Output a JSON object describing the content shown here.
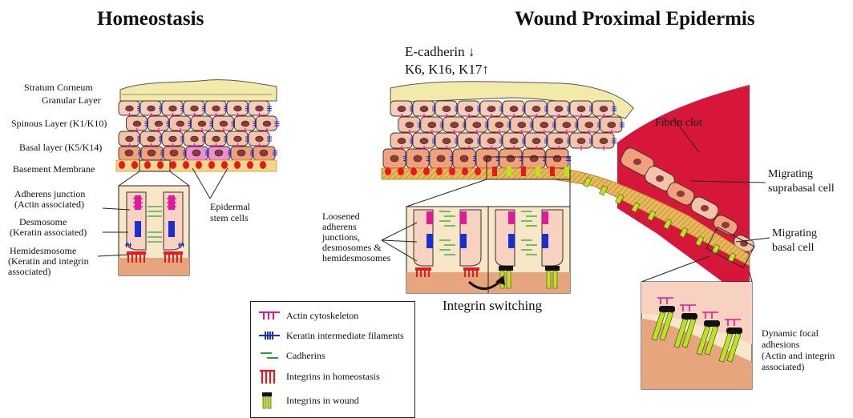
{
  "titles": {
    "left": "Homeostasis",
    "right": "Wound Proximal Epidermis"
  },
  "markers": {
    "line1": "E-cadherin ↓",
    "line2": "K6, K16, K17↑"
  },
  "layers": {
    "stratum_corneum": "Stratum Corneum",
    "granular": "Granular Layer",
    "spinous": "Spinous Layer (K1/K10)",
    "basal": "Basal layer (K5/K14)",
    "basement": "Basement Membrane"
  },
  "homeostasis_callouts": {
    "adherens": [
      "Adherens junction",
      "(Actin associated)"
    ],
    "desmosome": [
      "Desmosome",
      "(Keratin associated)"
    ],
    "hemidesmosome": [
      "Hemidesmosome",
      "(Keratin and integrin",
      "associated)"
    ],
    "stem_cells": [
      "Epidermal",
      "stem cells"
    ]
  },
  "wound_callouts": {
    "fibrin": "Fibrin clot",
    "suprabasal": [
      "Migrating",
      "suprabasal cell"
    ],
    "basal": [
      "Migrating",
      "basal cell"
    ],
    "loosened": [
      "Loosened",
      "adherens",
      "junctions,",
      "desmosomes &",
      "hemidesmosomes"
    ],
    "integrin_switching": "Integrin switching",
    "focal": [
      "Dynamic focal",
      "adhesions",
      "(Actin and integrin",
      "associated)"
    ]
  },
  "legend": [
    {
      "icon": "actin-icon",
      "label": "Actin cytoskeleton"
    },
    {
      "icon": "keratin-icon",
      "label": "Keratin intermediate filaments"
    },
    {
      "icon": "cadherin-icon",
      "label": "Cadherins"
    },
    {
      "icon": "integrin-homeostasis-icon",
      "label": "Integrins in homeostasis"
    },
    {
      "icon": "integrin-wound-icon",
      "label": "Integrins in wound"
    }
  ],
  "colors": {
    "actin": "#e0199a",
    "keratin": "#1a2fd0",
    "cadherin": "#2fa32f",
    "integrin_homeostasis": "#e8181e",
    "integrin_wound": "#b8e61a",
    "fibrin": "#d6173a",
    "cell": "#f5c3a8",
    "basal_cell": "#f0a07a",
    "stem_cell": "#ef8fd0",
    "corneum": "#f2eaa8",
    "membrane": "#e7b85c",
    "nucleus": "#8a3b3b"
  }
}
